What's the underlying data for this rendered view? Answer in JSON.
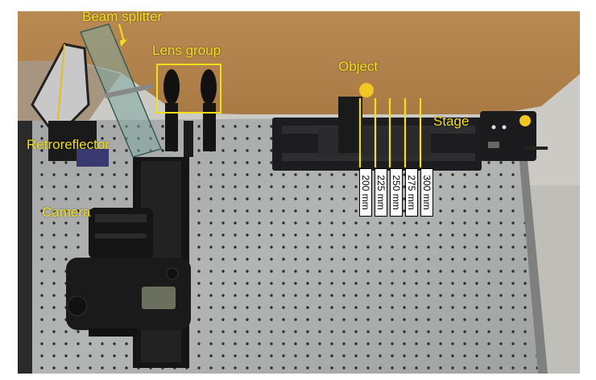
{
  "labels": {
    "beam_splitter": "Beam splitter",
    "lens_group": "Lens group",
    "object": "Object",
    "stage": "Stage",
    "retroreflector": "Retroreflector",
    "camera": "Camera"
  },
  "distance_marks": [
    "200 mm",
    "225 mm",
    "250 mm",
    "275 mm",
    "300 mm"
  ],
  "colors": {
    "annotation": "#f2df1c",
    "table": "#a8aaa9",
    "cardboard": "#b9884f",
    "floor": "#c9c8c3"
  }
}
